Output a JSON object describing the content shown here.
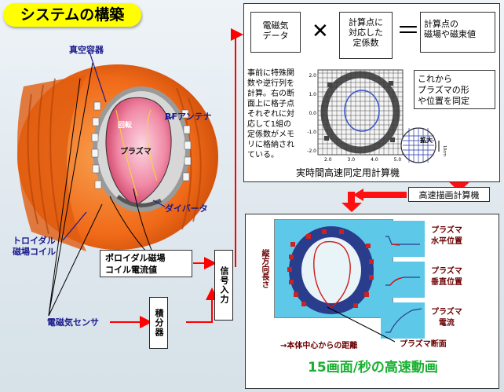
{
  "title": "システムの構築",
  "torus_labels": {
    "vacuum_vessel": "真空容器",
    "rf_antenna": "RFアンテナ",
    "rotation": "回転",
    "plasma": "プラズマ",
    "divertor": "ダイバータ",
    "toroidal_coil": "トロイダル\n磁場コイル",
    "poloidal_coil": "ポロイダル磁場\nコイル電流値",
    "em_sensor": "電磁気センサ"
  },
  "signal_boxes": {
    "signal_input": "信号入力",
    "integrator": "積分器"
  },
  "top_panel": {
    "em_data": "電磁気\nデータ",
    "times": "✕",
    "coeff": "計算点に\n対応した\n定係数",
    "equals": "＝",
    "result": "計算点の\n磁場や磁束値",
    "description": "事前に特殊関\n数や逆行列を\n計算。右の断\n面上に格子点\nそれぞれに対\n応して1組の\n定係数がメモ\nリに格納され\nている。",
    "identify": "これから\nプラズマの形\nや位置を同定",
    "computer_label": "実時間高速同定用計算機",
    "zoom": "拡大",
    "zoom_scale": "10cm",
    "y_ticks": [
      "2.0",
      "1.0",
      "0.0",
      "-1.0",
      "-2.0"
    ],
    "x_ticks": [
      "2.0",
      "3.0",
      "4.0",
      "5.0"
    ]
  },
  "fast_computer": "高速描画計算機",
  "bottom_panel": {
    "vertical_axis": "縦方向長さ",
    "horizontal_axis": "→本体中心からの距離",
    "plasma_section": "プラズマ断面",
    "indicators": [
      {
        "line1": "プラズマ",
        "line2": "水平位置"
      },
      {
        "line1": "プラズマ",
        "line2": "垂直位置"
      },
      {
        "line1": "プラズマ",
        "line2": "電流"
      }
    ],
    "caption": "15画面/秒の高速動画"
  },
  "colors": {
    "accent_red": "#ff1010",
    "arrow_red": "#ff0000",
    "torus_orange": "#f06a18",
    "plasma_pink": "#e86a8c",
    "navy_text": "#1a1a8c",
    "caption_green": "#18b030",
    "screen_cyan": "#5ec8e8"
  }
}
